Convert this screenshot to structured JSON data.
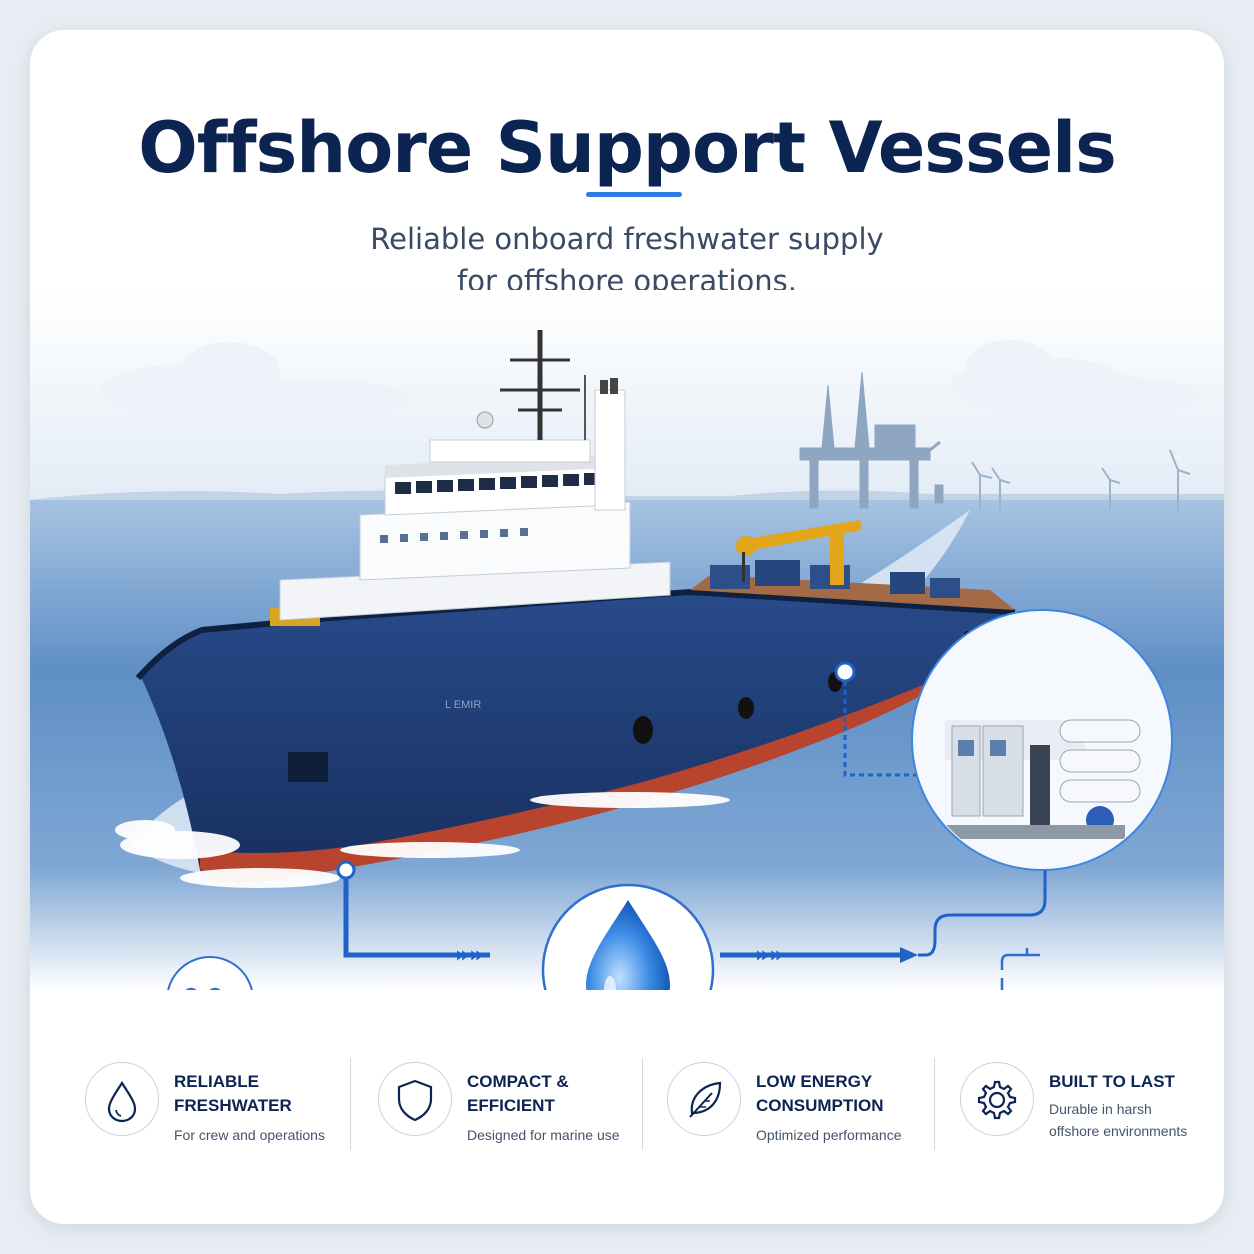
{
  "header": {
    "title": "Offshore Support Vessels",
    "subtitle_line1": "Reliable onboard freshwater supply",
    "subtitle_line2": "for offshore operations."
  },
  "colors": {
    "navy": "#0c2452",
    "accent_blue": "#2f7be0",
    "hull_blue": "#1f3f7a",
    "hull_red": "#b8442e",
    "sea": "#4a7db8"
  },
  "scene": {
    "hull_marking": "L EMIR",
    "icons": [
      "waves-icon",
      "water-drop-icon",
      "tap-glass-icon",
      "ro-unit-icon"
    ]
  },
  "features": [
    {
      "icon": "water-drop-icon",
      "title_line1": "RELIABLE",
      "title_line2": "FRESHWATER",
      "desc_line1": "For crew and operations",
      "desc_line2": ""
    },
    {
      "icon": "shield-icon",
      "title_line1": "COMPACT &",
      "title_line2": "EFFICIENT",
      "desc_line1": "Designed for marine use",
      "desc_line2": ""
    },
    {
      "icon": "leaf-icon",
      "title_line1": "LOW ENERGY",
      "title_line2": "CONSUMPTION",
      "desc_line1": "Optimized performance",
      "desc_line2": ""
    },
    {
      "icon": "gear-icon",
      "title_line1": "BUILT TO LAST",
      "title_line2": "",
      "desc_line1": "Durable in harsh",
      "desc_line2": "offshore environments"
    }
  ]
}
